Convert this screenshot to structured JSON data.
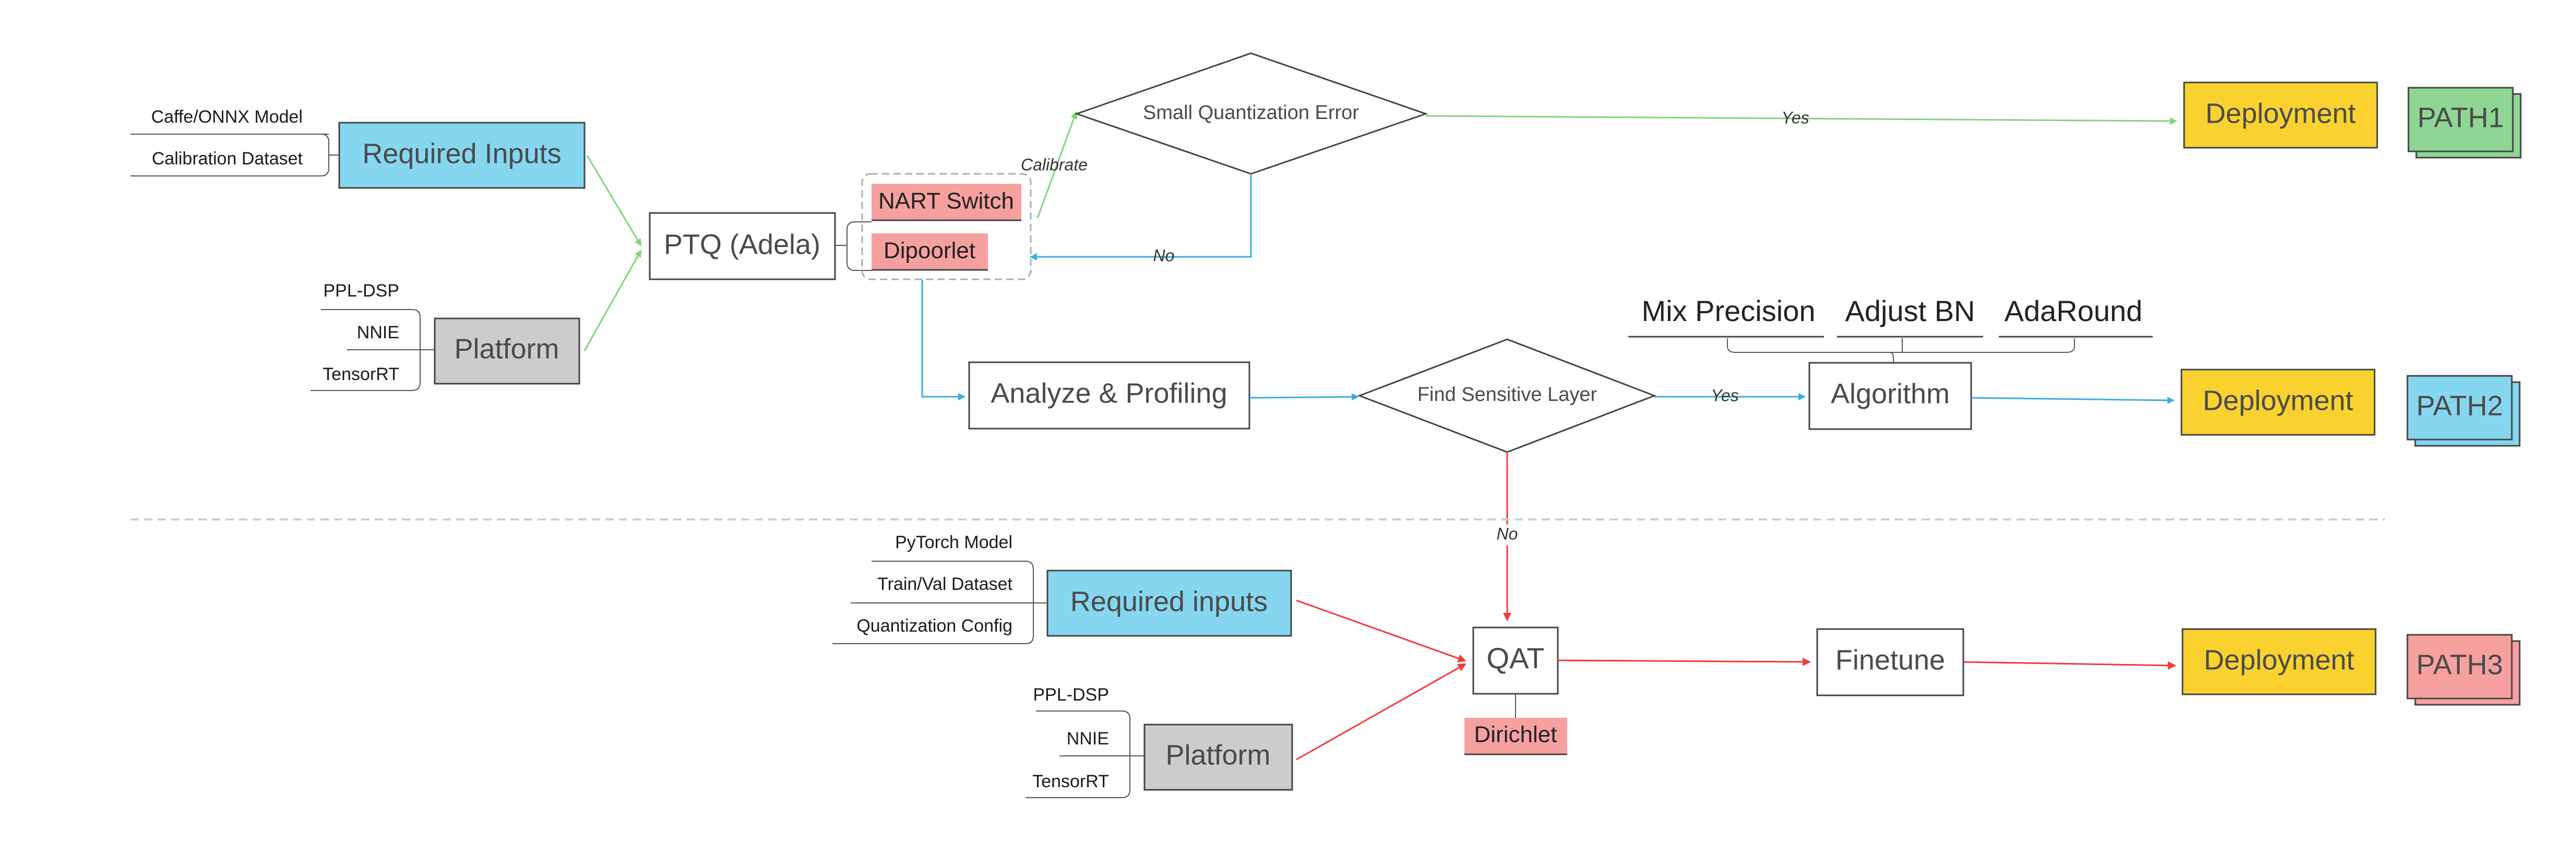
{
  "colors": {
    "blue_fill": "#86d6f0",
    "gray_fill": "#cccccc",
    "yellow_fill": "#f9d230",
    "pink_fill": "#f7a0a0",
    "green_fill": "#8fd694",
    "blue_path": "#3aaee0",
    "green_path": "#7ed67a",
    "red_path": "#ef3b3b",
    "dashed_divider": "#c8d0d8"
  },
  "ptq": {
    "required_inputs": {
      "label": "Required Inputs",
      "items": [
        "Caffe/ONNX Model",
        "Calibration Dataset"
      ]
    },
    "platform": {
      "label": "Platform",
      "items": [
        "PPL-DSP",
        "NNIE",
        "TensorRT"
      ]
    },
    "ptq_node": "PTQ (Adela)",
    "tools": [
      "NART Switch",
      "Dipoorlet"
    ],
    "decision": "Small Quantization Error",
    "edge_calibrate": "Calibrate",
    "edge_yes": "Yes",
    "edge_no": "No",
    "deployment": "Deployment",
    "path": "PATH1"
  },
  "sensitivity": {
    "analyze": "Analyze & Profiling",
    "decision": "Find Sensitive Layer",
    "edge_yes": "Yes",
    "edge_no": "No",
    "algorithm": "Algorithm",
    "algorithm_options": [
      "Mix Precision",
      "Adjust BN",
      "AdaRound"
    ],
    "deployment": "Deployment",
    "path": "PATH2"
  },
  "qat": {
    "required_inputs": {
      "label": "Required inputs",
      "items": [
        "PyTorch Model",
        "Train/Val Dataset",
        "Quantization Config"
      ]
    },
    "platform": {
      "label": "Platform",
      "items": [
        "PPL-DSP",
        "NNIE",
        "TensorRT"
      ]
    },
    "qat_node": "QAT",
    "tool": "Dirichlet",
    "finetune": "Finetune",
    "deployment": "Deployment",
    "path": "PATH3"
  }
}
